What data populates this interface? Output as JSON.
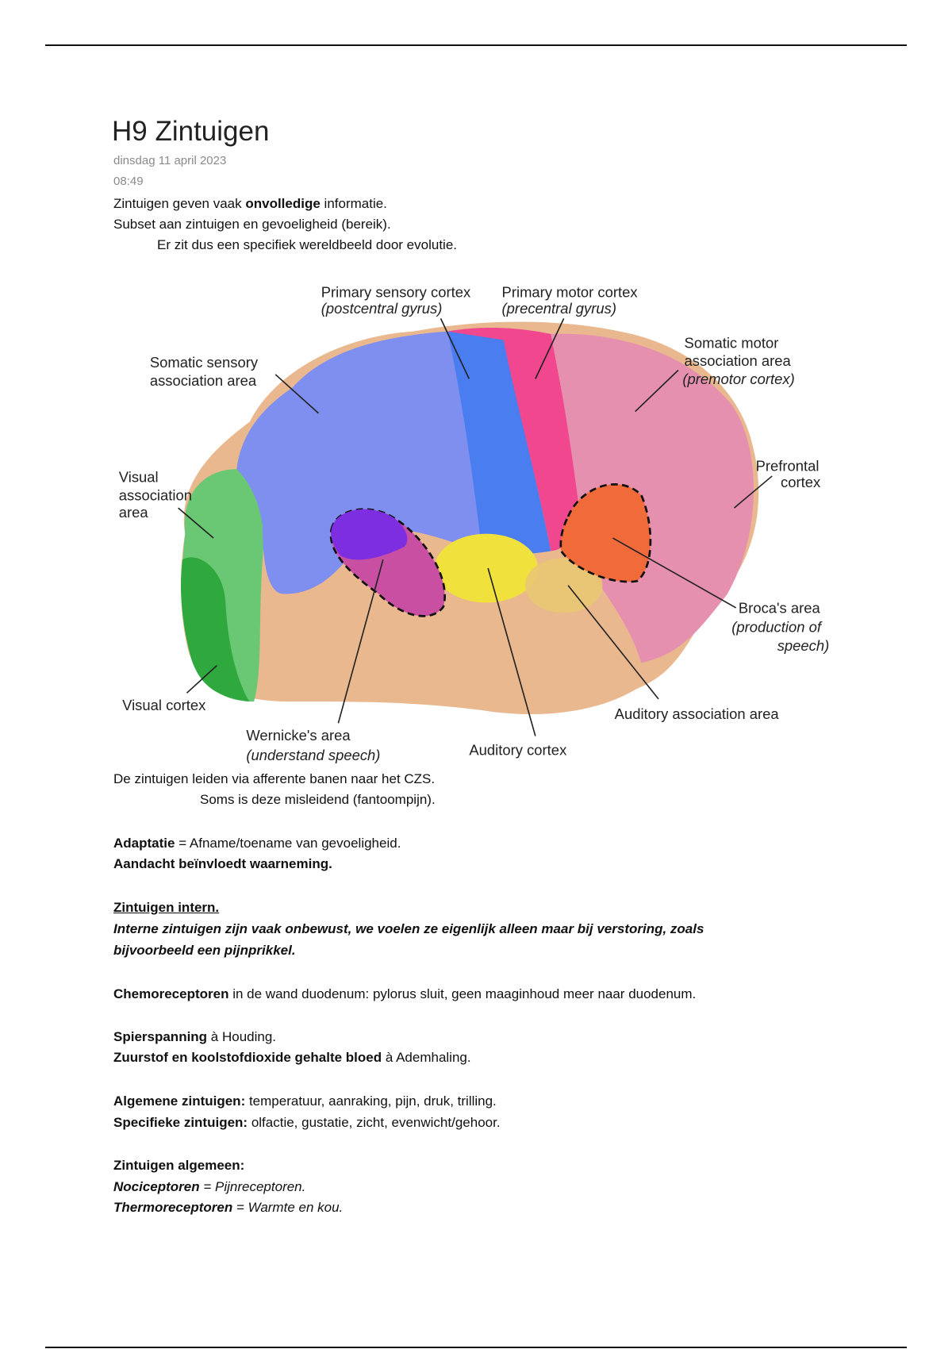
{
  "title": "H9 Zintuigen",
  "date": "dinsdag 11 april 2023",
  "time": "08:49",
  "intro": {
    "line1_pre": "Zintuigen geven vaak ",
    "line1_bold": "onvolledige",
    "line1_post": " informatie.",
    "line2": "Subset aan zintuigen en gevoeligheid (bereik).",
    "line3": "Er zit dus een specifiek wereldbeeld door evolutie."
  },
  "figure": {
    "labels": {
      "primary_sensory": "Primary sensory cortex",
      "primary_sensory_sub": "(postcentral gyrus)",
      "primary_motor": "Primary motor cortex",
      "primary_motor_sub": "(precentral gyrus)",
      "somatic_sensory_1": "Somatic sensory",
      "somatic_sensory_2": "association area",
      "somatic_motor_1": "Somatic motor",
      "somatic_motor_2": "association area",
      "somatic_motor_sub": "(premotor cortex)",
      "visual_assoc_1": "Visual",
      "visual_assoc_2": "association",
      "visual_assoc_3": "area",
      "prefrontal_1": "Prefrontal",
      "prefrontal_2": "cortex",
      "broca": "Broca's area",
      "broca_sub1": "(production of",
      "broca_sub2": "speech)",
      "visual_cortex": "Visual cortex",
      "auditory_assoc": "Auditory association area",
      "wernicke": "Wernicke's area",
      "wernicke_sub": "(understand speech)",
      "auditory_cortex": "Auditory cortex"
    }
  },
  "body": {
    "afferent": "De zintuigen leiden via afferente banen naar het CZS.",
    "phantom": "Soms is deze misleidend (fantoompijn).",
    "adaptatie_bold": "Adaptatie",
    "adaptatie_rest": " = Afname/toename van gevoeligheid.",
    "aandacht": "Aandacht beïnvloedt waarneming.",
    "intern_heading": "Zintuigen intern.",
    "intern_line1": "Interne zintuigen zijn vaak onbewust, we voelen ze eigenlijk alleen maar bij verstoring, zoals",
    "intern_line2": "bijvoorbeeld een pijnprikkel.",
    "chemo_bold": "Chemoreceptoren",
    "chemo_rest": " in de wand duodenum: pylorus sluit, geen maaginhoud meer naar duodenum.",
    "spier_bold": "Spierspanning",
    "spier_rest": " à Houding.",
    "zuurstof_bold": "Zuurstof en koolstofdioxide gehalte bloed",
    "zuurstof_rest": " à Ademhaling.",
    "algemene_bold": "Algemene zintuigen:",
    "algemene_rest": " temperatuur, aanraking, pijn, druk, trilling.",
    "specifieke_bold": "Specifieke zintuigen:",
    "specifieke_rest": " olfactie, gustatie, zicht, evenwicht/gehoor.",
    "algemeen_heading": "Zintuigen algemeen:",
    "noci_bold": "Nociceptoren",
    "noci_rest": " = Pijnreceptoren.",
    "thermo_bold": "Thermoreceptoren",
    "thermo_rest": " = Warmte en kou."
  }
}
